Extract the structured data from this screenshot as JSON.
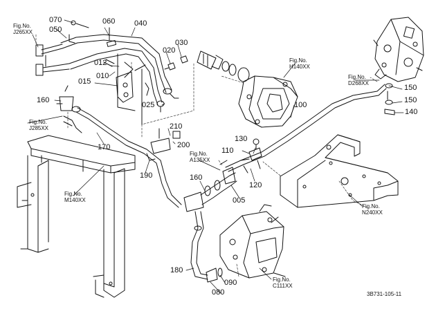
{
  "catalog_no": "3B731-105-11",
  "part_labels": {
    "p070": "070",
    "p060": "060",
    "p040": "040",
    "p050": "050",
    "p030": "030",
    "p020": "020",
    "p012": "012",
    "p010": "010",
    "p015": "015",
    "p025": "025",
    "p160a": "160",
    "p210": "210",
    "p200": "200",
    "p170": "170",
    "p190": "190",
    "p130": "130",
    "p110": "110",
    "p100": "100",
    "p150a": "150",
    "p150b": "150",
    "p140": "140",
    "p160b": "160",
    "p120": "120",
    "p005": "005",
    "p180": "180",
    "p090": "090",
    "p080": "080"
  },
  "fig_refs": {
    "j265": {
      "line1": "Fig.No.",
      "line2": "J265XX"
    },
    "h140": {
      "line1": "Fig.No.",
      "line2": "H140XX"
    },
    "d268": {
      "line1": "Fig.No.",
      "line2": "D268XX"
    },
    "j285": {
      "line1": "Fig.No.",
      "line2": "J285XX"
    },
    "a135": {
      "line1": "Fig.No.",
      "line2": "A135XX"
    },
    "m140": {
      "line1": "Fig.No.",
      "line2": "M140XX"
    },
    "n240": {
      "line1": "Fig.No.",
      "line2": "N240XX"
    },
    "c111": {
      "line1": "Fig.No.",
      "line2": "C111XX"
    }
  }
}
